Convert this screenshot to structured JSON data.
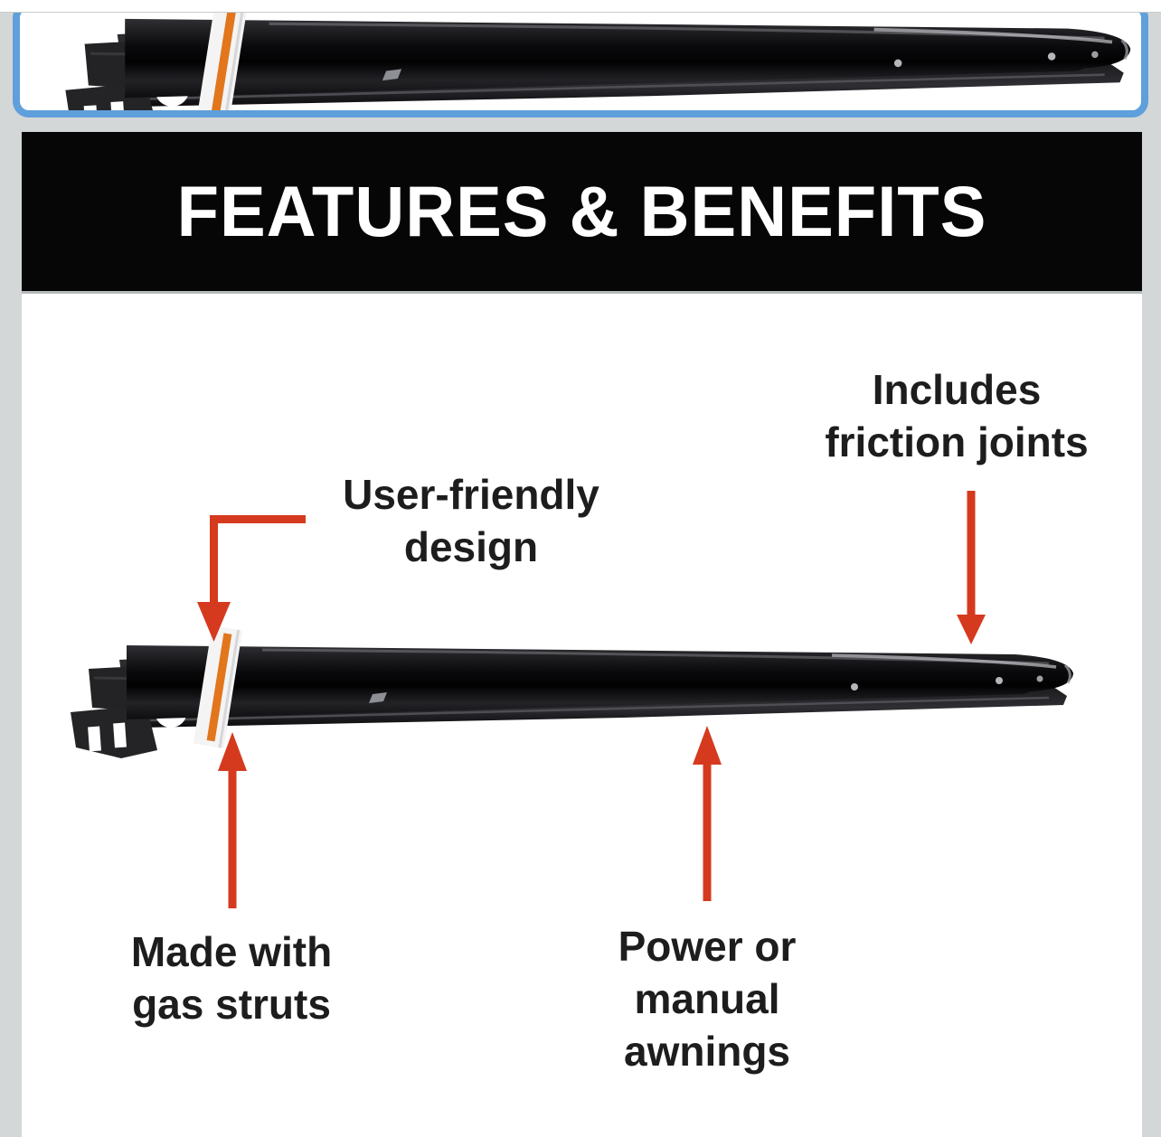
{
  "gallery": {
    "selected_thumbnail": "awning support arm photo",
    "selected_border_color": "#5f9fdb"
  },
  "banner": {
    "title": "FEATURES & BENEFITS",
    "bg_color": "#060606",
    "text_color": "#ffffff"
  },
  "callouts": {
    "friction": {
      "line1": "Includes",
      "line2": "friction joints",
      "arrow": "down-arrow"
    },
    "user_friendly": {
      "line1": "User-friendly",
      "line2": "design",
      "arrow": "elbow-down-arrow"
    },
    "gas_struts": {
      "line1": "Made with",
      "line2": "gas struts",
      "arrow": "up-arrow"
    },
    "power": {
      "line1": "Power or",
      "line2": "manual",
      "line3": "awnings",
      "arrow": "up-arrow"
    }
  },
  "colors": {
    "arrow_red": "#d53a1e",
    "page_gray": "#d4d7d7",
    "label_text": "#1d1d1d",
    "product_band_orange": "#e2761d"
  },
  "product": {
    "depicted": "black awning support arm with mounting bracket, white band with orange stripe"
  }
}
